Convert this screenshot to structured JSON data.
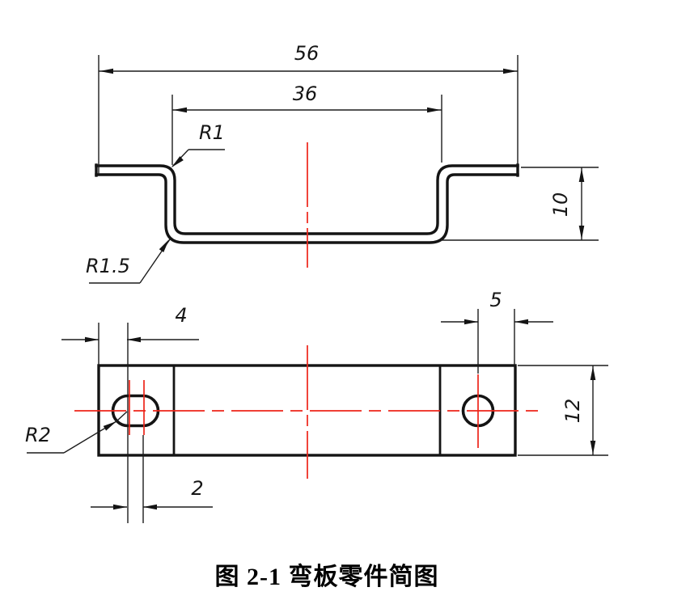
{
  "caption": {
    "label": "图 2-1  弯板零件简图"
  },
  "colors": {
    "line": "#141414",
    "centerline_red": "#ee2419",
    "background": "#ffffff"
  },
  "section_view": {
    "dim_overall_width": "56",
    "dim_inner_width": "36",
    "dim_flange_height": "10",
    "radius_top_bend": "R1",
    "radius_bottom_bend": "R1.5"
  },
  "plan_view": {
    "dim_slot_center_offset": "4",
    "dim_slot_straight_length": "2",
    "dim_hole_center_offset": "5",
    "dim_plate_width": "12",
    "radius_slot": "R2"
  }
}
